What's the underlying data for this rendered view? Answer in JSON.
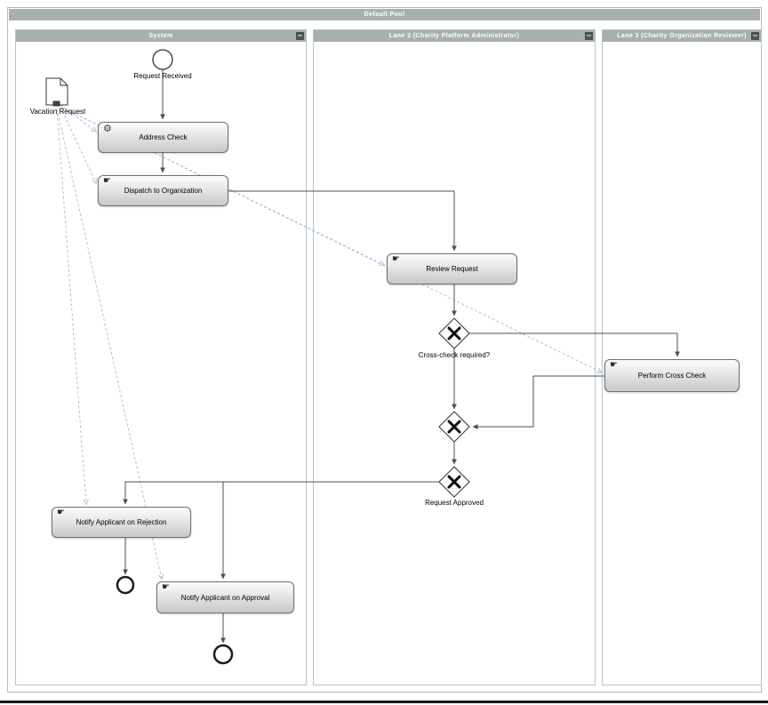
{
  "pool": {
    "title": "Default Pool"
  },
  "lanes": [
    {
      "title": "System"
    },
    {
      "title": "Lane 2 (Charity Platform  Administrator)"
    },
    {
      "title": "Lane 3 (Charity Organization Reviewer)"
    }
  ],
  "nodes": {
    "start_event": {
      "label": "Request Received"
    },
    "vacation_request": {
      "label": "Vacation Request"
    },
    "address_check": {
      "label": "Address Check"
    },
    "dispatch_to_organization": {
      "label": "Dispatch to Organization"
    },
    "review_request": {
      "label": "Review Request"
    },
    "gateway_cross_check": {
      "label": "Cross-check required?"
    },
    "gateway_request_approved": {
      "label": "Request Approved"
    },
    "perform_cross_check": {
      "label": "Perform Cross Check"
    },
    "notify_rejection": {
      "label": "Notify Applicant on Rejection"
    },
    "notify_approval": {
      "label": "Notify Applicant on Approval"
    }
  },
  "icons": {
    "service": "⚙",
    "manual": "☛",
    "collapse": "−"
  },
  "colors": {
    "lane_header": "#a8b0b0",
    "flow_line": "#4f4f4f",
    "association": "#a9c2dc"
  }
}
